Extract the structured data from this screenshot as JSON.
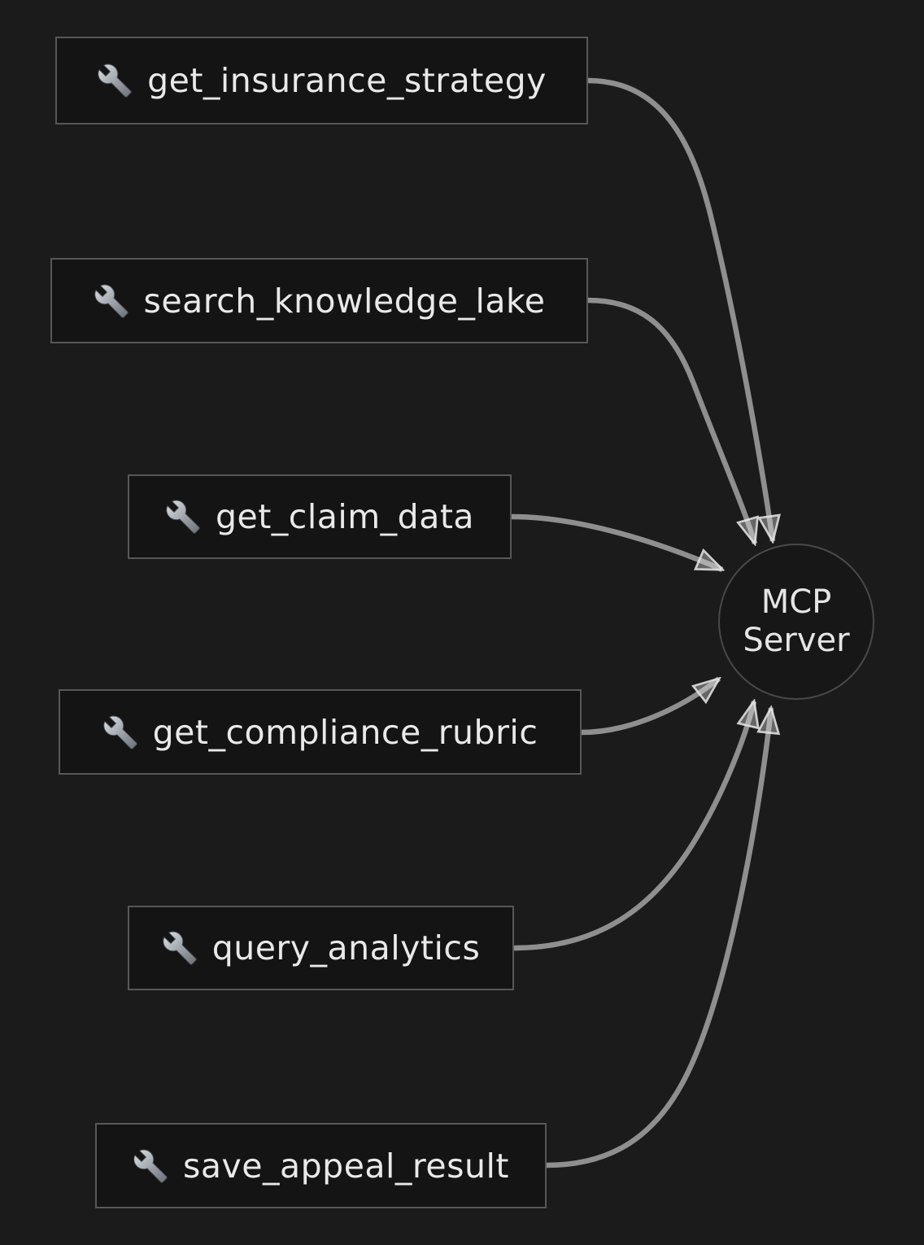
{
  "diagram": {
    "type": "flowchart",
    "background_color": "#1b1b1b",
    "node_fill": "#141414",
    "node_border_color": "#575757",
    "text_color": "#e9e9e9",
    "edge_color": "#8f8f8f",
    "server": {
      "label_line1": "MCP",
      "label_line2": "Server"
    },
    "tools": [
      {
        "icon": "wrench-icon",
        "label": "get_insurance_strategy"
      },
      {
        "icon": "wrench-icon",
        "label": "search_knowledge_lake"
      },
      {
        "icon": "wrench-icon",
        "label": "get_claim_data"
      },
      {
        "icon": "wrench-icon",
        "label": "get_compliance_rubric"
      },
      {
        "icon": "wrench-icon",
        "label": "query_analytics"
      },
      {
        "icon": "wrench-icon",
        "label": "save_appeal_result"
      }
    ],
    "edges": [
      {
        "from": "get_insurance_strategy",
        "to": "MCP Server"
      },
      {
        "from": "search_knowledge_lake",
        "to": "MCP Server"
      },
      {
        "from": "get_claim_data",
        "to": "MCP Server"
      },
      {
        "from": "get_compliance_rubric",
        "to": "MCP Server"
      },
      {
        "from": "query_analytics",
        "to": "MCP Server"
      },
      {
        "from": "save_appeal_result",
        "to": "MCP Server"
      }
    ]
  }
}
